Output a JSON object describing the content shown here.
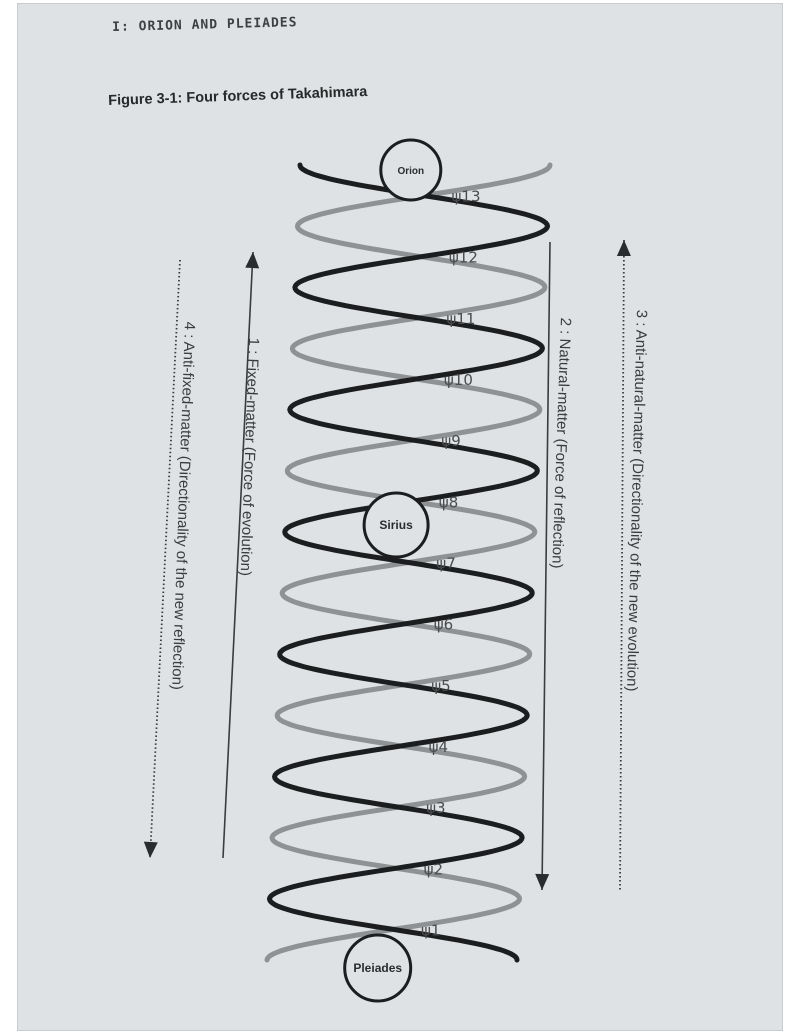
{
  "header": {
    "running_title": "I: ORION AND PLEIADES"
  },
  "figure": {
    "caption": "Figure 3-1: Four forces of Takahimara",
    "nodes": [
      {
        "id": "orion",
        "label": "Orion"
      },
      {
        "id": "sirius",
        "label": "Sirius"
      },
      {
        "id": "pleiades",
        "label": "Pleiades"
      }
    ],
    "levels": [
      {
        "label": "ψ13"
      },
      {
        "label": "ψ12"
      },
      {
        "label": "ψ11"
      },
      {
        "label": "ψ10"
      },
      {
        "label": "ψ9"
      },
      {
        "label": "ψ8"
      },
      {
        "label": "ψ7"
      },
      {
        "label": "ψ6"
      },
      {
        "label": "ψ5"
      },
      {
        "label": "ψ4"
      },
      {
        "label": "ψ3"
      },
      {
        "label": "ψ2"
      },
      {
        "label": "ψ1"
      }
    ],
    "forces": [
      {
        "id": "fixed-matter",
        "label": "1 : Fixed-matter (Force of evolution)",
        "direction": "up",
        "line": "solid"
      },
      {
        "id": "natural-matter",
        "label": "2 : Natural-matter (Force of reflection)",
        "direction": "down",
        "line": "solid"
      },
      {
        "id": "anti-natural-matter",
        "label": "3 : Anti-natural-matter (Directionality of the new evolution)",
        "direction": "up",
        "line": "dotted"
      },
      {
        "id": "anti-fixed-matter",
        "label": "4 : Anti-fixed-matter (Directionality of the new reflection)",
        "direction": "down",
        "line": "dotted"
      }
    ],
    "colors": {
      "paper": "#dfe2e4",
      "strand_dark": "#1c1d1e",
      "strand_light": "#8f9294",
      "text": "#3a3c3e"
    }
  }
}
